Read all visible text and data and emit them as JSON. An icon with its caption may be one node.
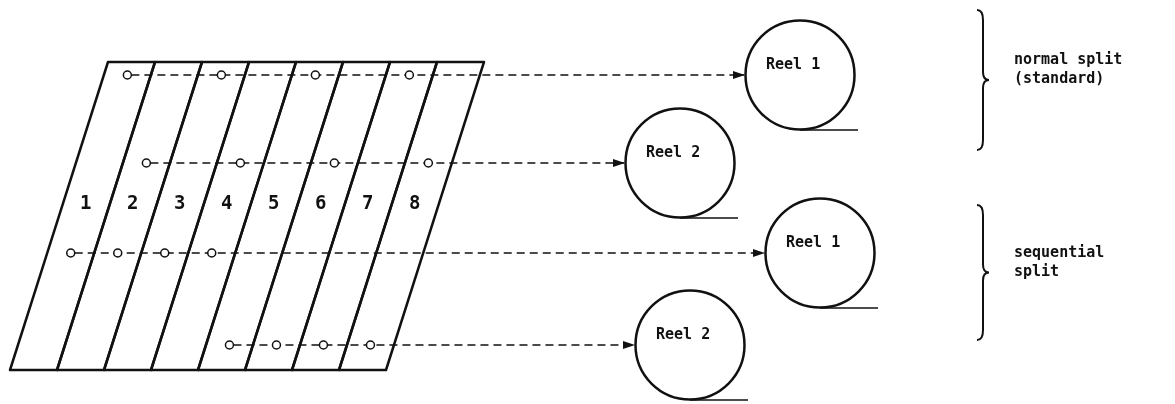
{
  "diagram": {
    "nodes": [
      {
        "text": [
          "Reel 1"
        ]
      },
      {
        "text": [
          "Reel 2"
        ]
      },
      {
        "text": [
          "Reel 1"
        ]
      },
      {
        "text": [
          "Reel 2"
        ]
      }
    ],
    "edges": [
      {
        "from": null,
        "to": 0,
        "arrow": "to",
        "style": "dashed"
      },
      {
        "from": null,
        "to": 1,
        "arrow": "to",
        "style": "dashed"
      },
      {
        "from": null,
        "to": 2,
        "arrow": "to",
        "style": "dashed"
      },
      {
        "from": null,
        "to": 3,
        "arrow": "to",
        "style": "dashed"
      }
    ],
    "labels": [
      "1",
      "2",
      "3",
      "4",
      "5",
      "6",
      "7",
      "8",
      "normal split (standard)",
      "sequential split"
    ]
  }
}
